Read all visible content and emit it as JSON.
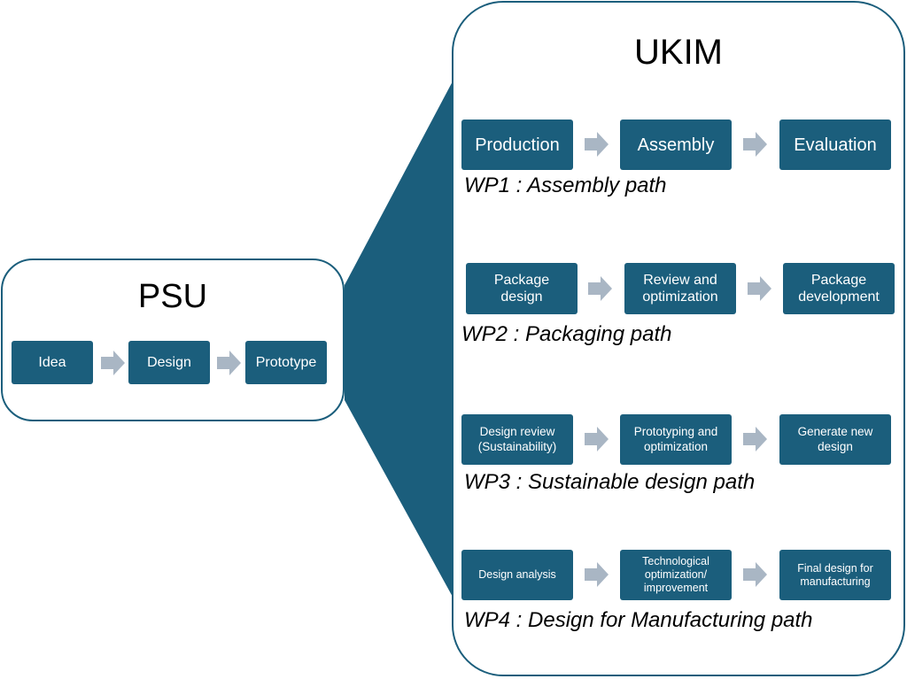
{
  "psu": {
    "title": "PSU",
    "steps": [
      "Idea",
      "Design",
      "Prototype"
    ]
  },
  "ukim": {
    "title": "UKIM",
    "work_packages": [
      {
        "label": "WP1 : Assembly path",
        "steps": [
          "Production",
          "Assembly",
          "Evaluation"
        ]
      },
      {
        "label": "WP2 : Packaging path",
        "steps": [
          "Package\ndesign",
          "Review and\noptimization",
          "Package\ndevelopment"
        ]
      },
      {
        "label": "WP3 : Sustainable design path",
        "steps": [
          "Design review\n(Sustainability)",
          "Prototyping and\noptimization",
          "Generate new\ndesign"
        ]
      },
      {
        "label": "WP4 : Design for Manufacturing path",
        "steps": [
          "Design analysis",
          "Technological\noptimization/\nimprovement",
          "Final design for\nmanufacturing"
        ]
      }
    ]
  },
  "colors": {
    "box_fill": "#1b5e7c",
    "box_text": "#ffffff",
    "arrow": "#a9b6c4",
    "connector": "#1b5e7c"
  }
}
